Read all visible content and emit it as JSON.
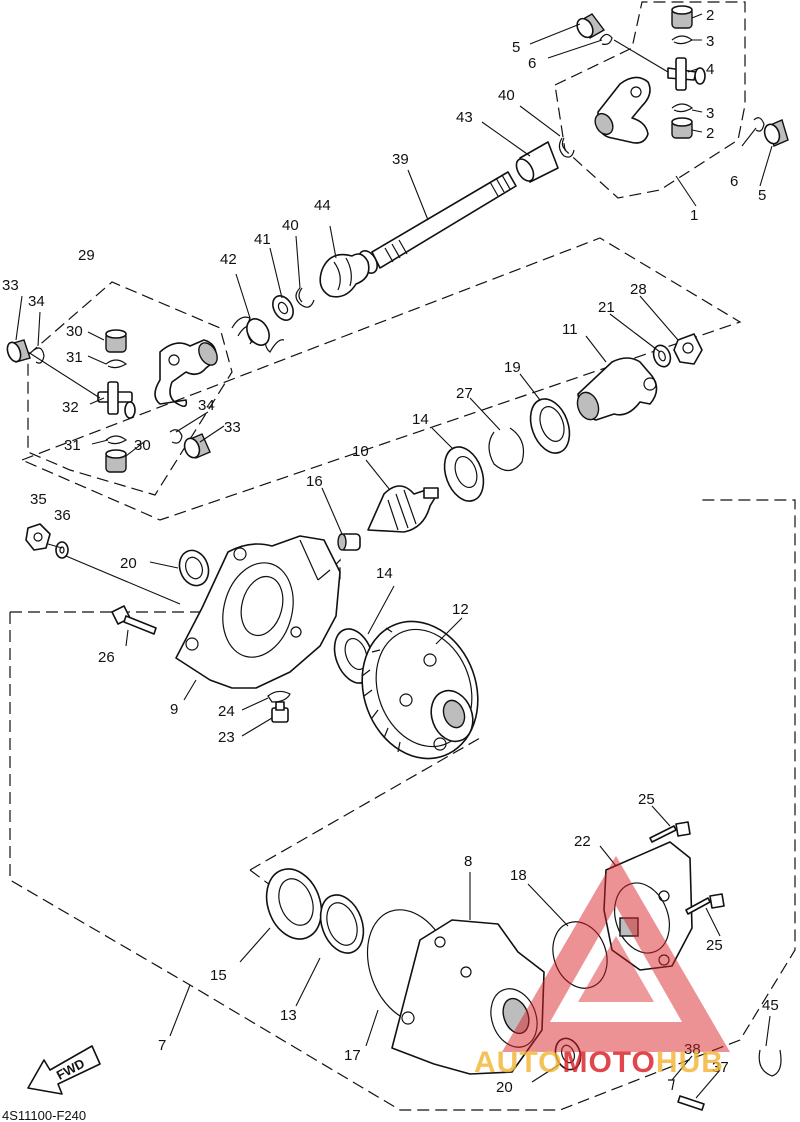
{
  "diagram_code": "4S11100-F240",
  "fwd_label": "FWD",
  "watermark": {
    "part1": "AUTO",
    "part2": "MOTO",
    "part3": "HUB",
    "color": "#d81f26",
    "color2": "#f2b534"
  },
  "callouts": [
    {
      "id": "c1",
      "text": "1"
    },
    {
      "id": "c2a",
      "text": "2"
    },
    {
      "id": "c2b",
      "text": "2"
    },
    {
      "id": "c3a",
      "text": "3"
    },
    {
      "id": "c3b",
      "text": "3"
    },
    {
      "id": "c4",
      "text": "4"
    },
    {
      "id": "c5a",
      "text": "5"
    },
    {
      "id": "c5b",
      "text": "5"
    },
    {
      "id": "c6a",
      "text": "6"
    },
    {
      "id": "c6b",
      "text": "6"
    },
    {
      "id": "c7",
      "text": "7"
    },
    {
      "id": "c8",
      "text": "8"
    },
    {
      "id": "c9",
      "text": "9"
    },
    {
      "id": "c10",
      "text": "10"
    },
    {
      "id": "c11",
      "text": "11"
    },
    {
      "id": "c12",
      "text": "12"
    },
    {
      "id": "c13",
      "text": "13"
    },
    {
      "id": "c14a",
      "text": "14"
    },
    {
      "id": "c14b",
      "text": "14"
    },
    {
      "id": "c15",
      "text": "15"
    },
    {
      "id": "c16",
      "text": "16"
    },
    {
      "id": "c17",
      "text": "17"
    },
    {
      "id": "c18",
      "text": "18"
    },
    {
      "id": "c19",
      "text": "19"
    },
    {
      "id": "c20a",
      "text": "20"
    },
    {
      "id": "c20b",
      "text": "20"
    },
    {
      "id": "c21",
      "text": "21"
    },
    {
      "id": "c22",
      "text": "22"
    },
    {
      "id": "c23",
      "text": "23"
    },
    {
      "id": "c24",
      "text": "24"
    },
    {
      "id": "c25a",
      "text": "25"
    },
    {
      "id": "c25b",
      "text": "25"
    },
    {
      "id": "c26",
      "text": "26"
    },
    {
      "id": "c27",
      "text": "27"
    },
    {
      "id": "c28",
      "text": "28"
    },
    {
      "id": "c29",
      "text": "29"
    },
    {
      "id": "c30a",
      "text": "30"
    },
    {
      "id": "c30b",
      "text": "30"
    },
    {
      "id": "c31a",
      "text": "31"
    },
    {
      "id": "c31b",
      "text": "31"
    },
    {
      "id": "c32",
      "text": "32"
    },
    {
      "id": "c33a",
      "text": "33"
    },
    {
      "id": "c33b",
      "text": "33"
    },
    {
      "id": "c34a",
      "text": "34"
    },
    {
      "id": "c34b",
      "text": "34"
    },
    {
      "id": "c35",
      "text": "35"
    },
    {
      "id": "c36",
      "text": "36"
    },
    {
      "id": "c37",
      "text": "37"
    },
    {
      "id": "c38",
      "text": "38"
    },
    {
      "id": "c39",
      "text": "39"
    },
    {
      "id": "c40a",
      "text": "40"
    },
    {
      "id": "c40b",
      "text": "40"
    },
    {
      "id": "c41",
      "text": "41"
    },
    {
      "id": "c42",
      "text": "42"
    },
    {
      "id": "c43",
      "text": "43"
    },
    {
      "id": "c44",
      "text": "44"
    },
    {
      "id": "c45",
      "text": "45"
    }
  ]
}
